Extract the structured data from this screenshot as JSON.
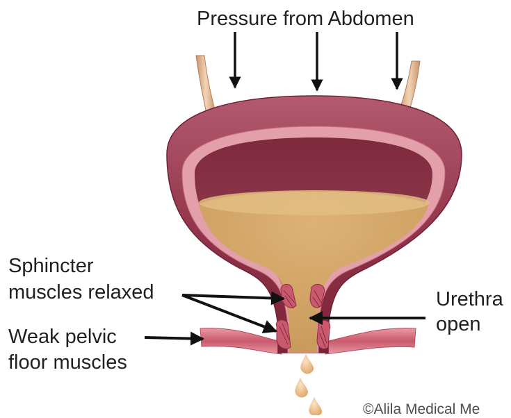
{
  "labels": {
    "pressure": "Pressure from Abdomen",
    "sphincter_line1": "Sphincter",
    "sphincter_line2": "muscles relaxed",
    "pelvic_line1": "Weak pelvic",
    "pelvic_line2": "floor muscles",
    "urethra_line1": "Urethra",
    "urethra_line2": "open"
  },
  "copyright": "©Alila Medical Me",
  "colors": {
    "bladder_wall_dark": "#8a2f45",
    "bladder_wall_mid": "#b04c62",
    "bladder_lining": "#e6a9b2",
    "bladder_interior": "#9c3a4e",
    "urine": "#d6a766",
    "muscle_fibers": "#c25a6c",
    "ureter": "#e0b592",
    "arrow": "#111111"
  }
}
